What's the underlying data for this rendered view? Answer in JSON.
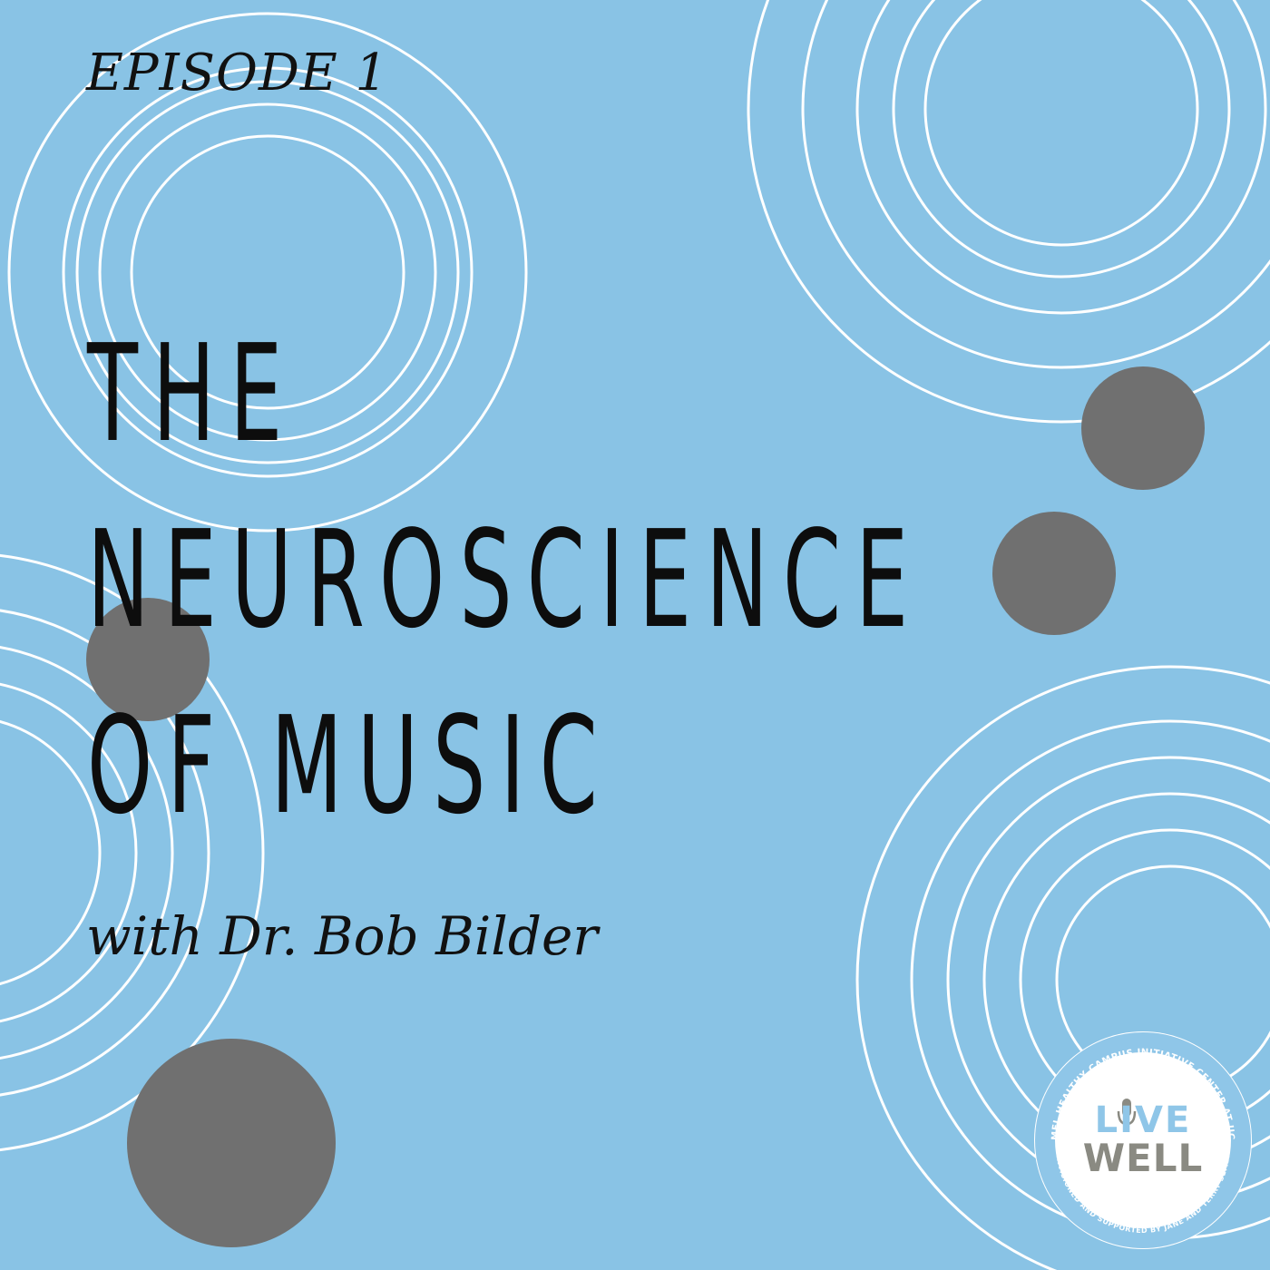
{
  "episode_label": "EPISODE 1",
  "title_lines": [
    "THE",
    "NEUROSCIENCE",
    "OF MUSIC"
  ],
  "subtitle": "with Dr. Bob Bilder",
  "badge": {
    "ring_text_top": "SEMEL HEALTHY CAMPUS INITIATIVE CENTER AT UCLA",
    "ring_text_bottom": "ENVISIONED AND SUPPORTED BY JANE AND TERRY SEMEL",
    "logo_line1": "LIVE",
    "logo_line2": "WELL",
    "icon": "microphone-icon"
  },
  "colors": {
    "background": "#89c3e5",
    "rings": "#ffffff",
    "dots": "#707070",
    "text": "#111111",
    "logo_blue": "#8fc6e8",
    "logo_gray": "#8a8a82"
  }
}
